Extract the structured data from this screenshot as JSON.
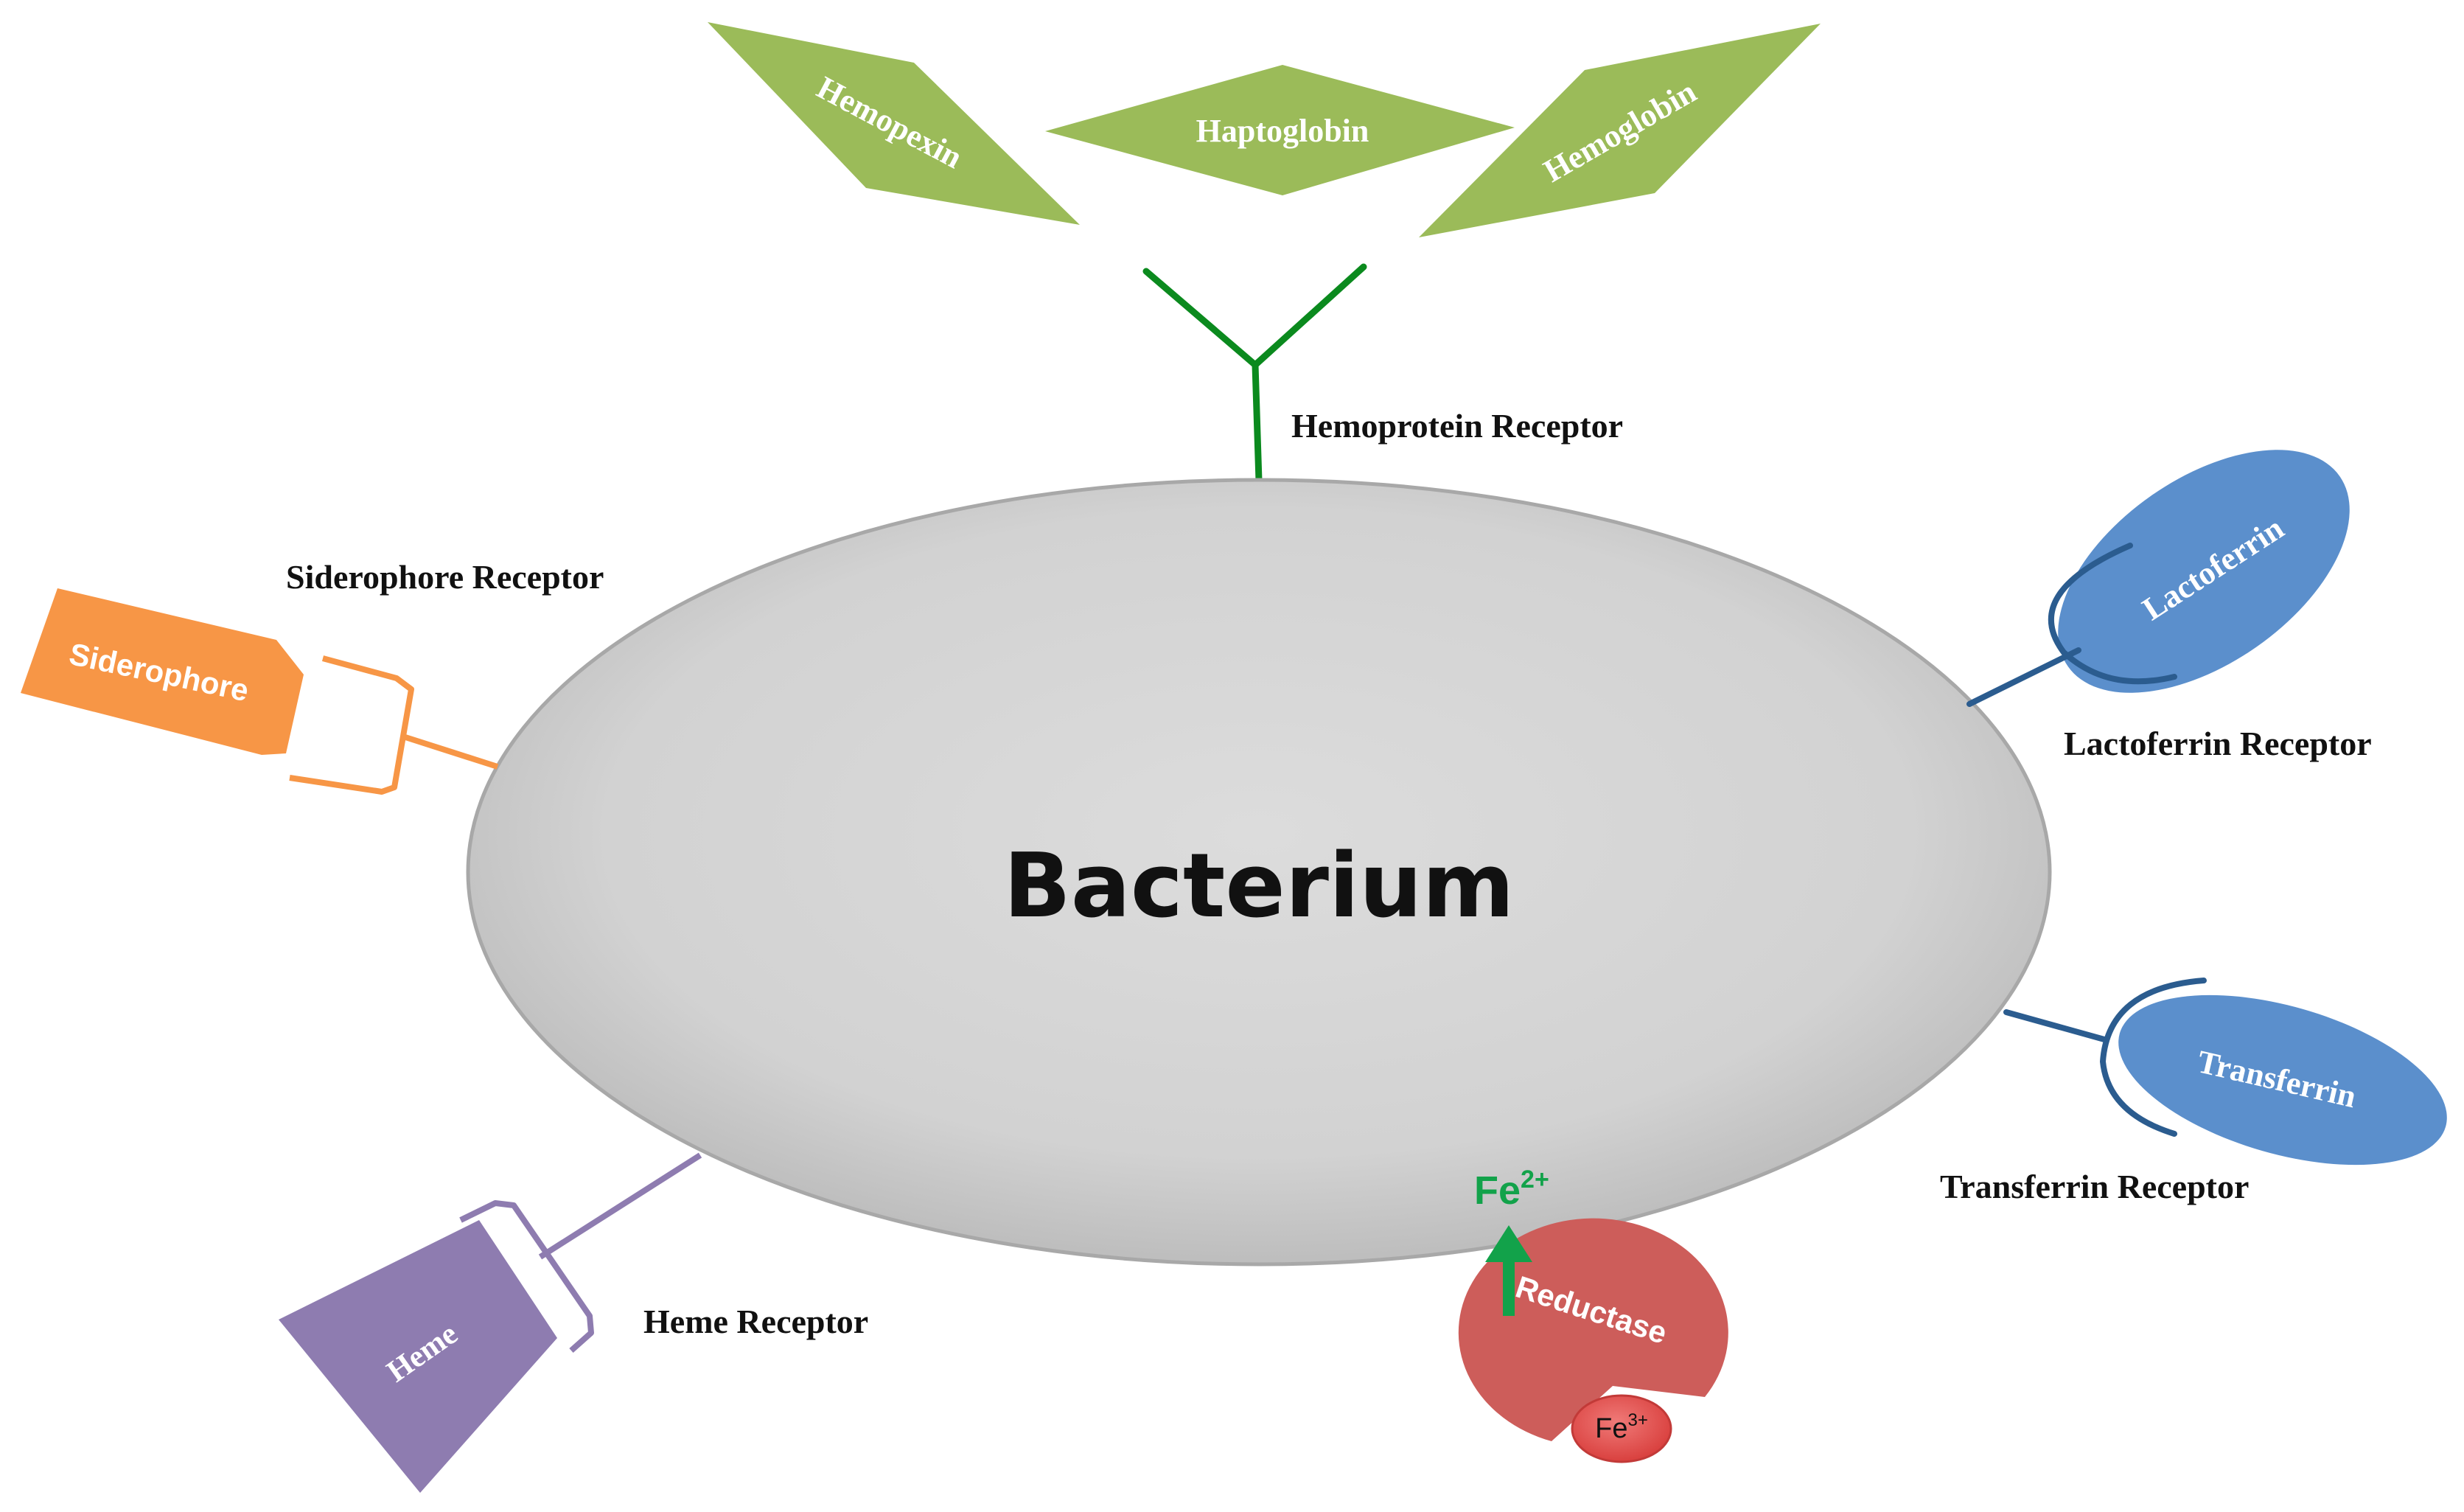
{
  "center": {
    "label": "Bacterium"
  },
  "hemoprotein": {
    "receptor_label": "Hemoprotein Receptor",
    "ligands": [
      "Hemopexin",
      "Haptoglobin",
      "Hemoglobin"
    ],
    "color": "#9bbb59",
    "receptor_color": "#0b8a1e"
  },
  "siderophore": {
    "receptor_label": "Siderophore Receptor",
    "ligand": "Siderophore",
    "color": "#f79646"
  },
  "lactoferrin": {
    "receptor_label": "Lactoferrin Receptor",
    "ligand": "Lactoferrin",
    "color": "#5b8fcc",
    "receptor_color": "#2b5c8f"
  },
  "transferrin": {
    "receptor_label": "Transferrin Receptor",
    "ligand": "Transferrin",
    "color": "#5b8fcc",
    "receptor_color": "#2b5c8f"
  },
  "heme": {
    "receptor_label": "Heme Receptor",
    "ligand": "Heme",
    "color": "#8e7cb0"
  },
  "reductase": {
    "label": "Reductase",
    "color": "#cd5d5a",
    "fe2_base": "Fe",
    "fe2_charge": "2+",
    "fe3_base": "Fe",
    "fe3_charge": "3+",
    "arrow_color": "#12a24a"
  }
}
